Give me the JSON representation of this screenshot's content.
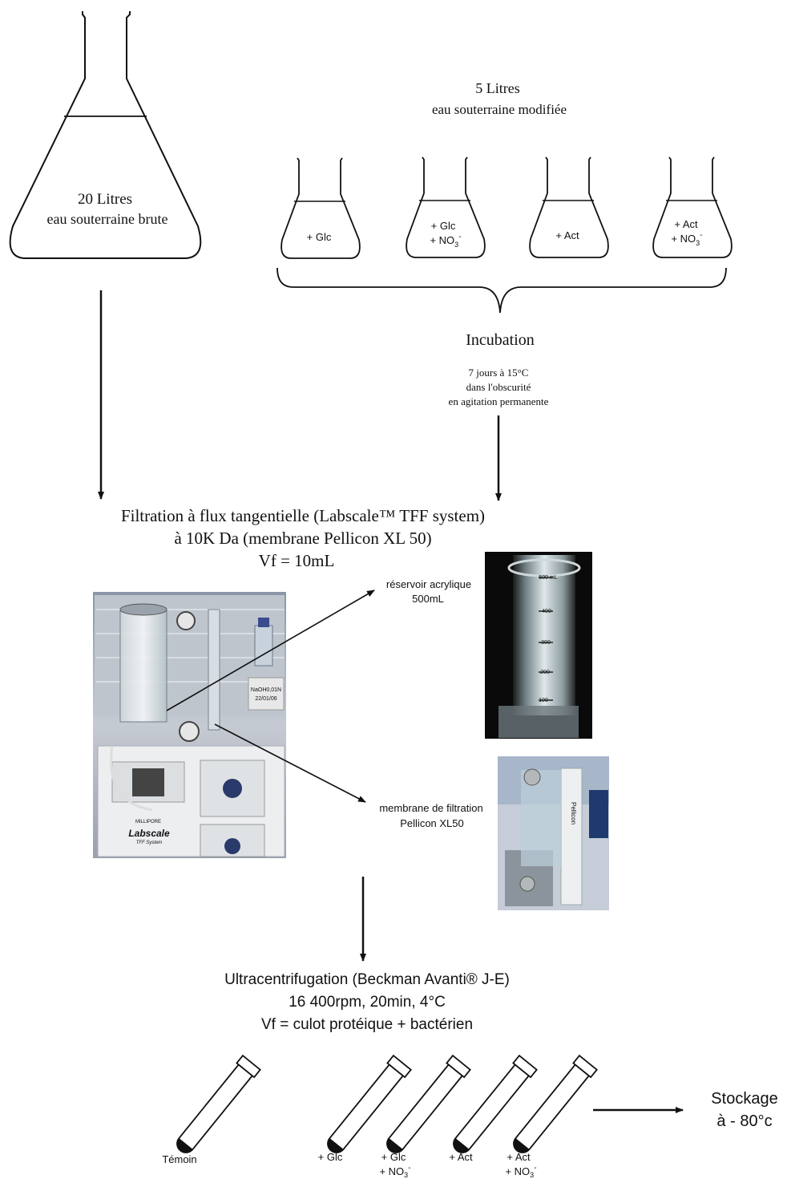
{
  "big_flask": {
    "line1": "20 Litres",
    "line2": "eau souterraine brute"
  },
  "modified_water": {
    "volume": "5 Litres",
    "label": "eau souterraine modifiée"
  },
  "small_flasks": [
    {
      "line1": "+ Glc",
      "line2": ""
    },
    {
      "line1": "+ Glc",
      "line2": "+ NO",
      "sub": "3",
      "sup": "-"
    },
    {
      "line1": "+ Act",
      "line2": ""
    },
    {
      "line1": "+ Act",
      "line2": "+ NO",
      "sub": "3",
      "sup": "-"
    }
  ],
  "incubation": {
    "title": "Incubation",
    "lines": [
      "7 jours à 15°C",
      "dans l'obscurité",
      "en agitation permanente"
    ]
  },
  "filtration": {
    "lines": [
      "Filtration à flux tangentielle (Labscale™ TFF system)",
      "à 10K Da (membrane Pellicon XL 50)",
      "Vf = 10mL"
    ]
  },
  "photo_labels": {
    "reservoir": [
      "réservoir acrylique",
      "500mL"
    ],
    "membrane": [
      "membrane de filtration",
      "Pellicon XL50"
    ],
    "device_brand": "Labscale",
    "device_subbrand": "TFF System",
    "device_maker": "MILLIPORE",
    "cylinder_marks": [
      "500 mL",
      "400",
      "300",
      "200",
      "100"
    ],
    "pellicon_text": "Pellicon",
    "note_text": [
      "NaOH0,01N",
      "22/01/06"
    ]
  },
  "ultracentrifugation": {
    "lines": [
      "Ultracentrifugation (Beckman Avanti® J-E)",
      "16 400rpm, 20min, 4°C",
      "Vf = culot protéique + bactérien"
    ]
  },
  "tubes": [
    {
      "line1": "Témoin",
      "line2": ""
    },
    {
      "line1": "+ Glc",
      "line2": ""
    },
    {
      "line1": "+ Glc",
      "line2": "+ NO",
      "sub": "3",
      "sup": "-"
    },
    {
      "line1": "+ Act",
      "line2": ""
    },
    {
      "line1": "+ Act",
      "line2": "+ NO",
      "sub": "3",
      "sup": "-"
    }
  ],
  "storage": {
    "line1": "Stockage",
    "line2": "à - 80°c"
  },
  "colors": {
    "ink": "#111111",
    "photo_bg": "#e8e8ea",
    "photo_dark": "#0a0a0a"
  }
}
